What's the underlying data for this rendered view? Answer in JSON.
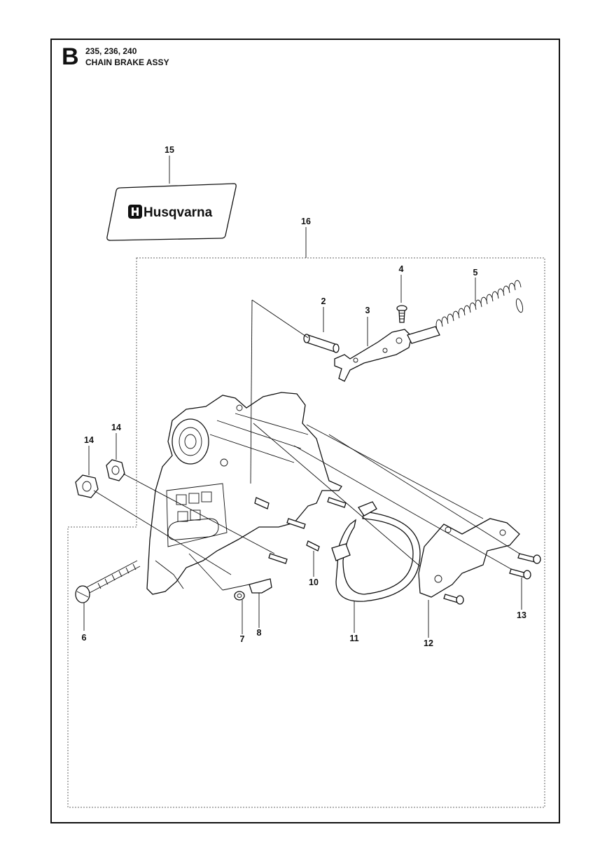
{
  "header": {
    "section_letter": "B",
    "models": "235, 236, 240",
    "title": "CHAIN BRAKE ASSY"
  },
  "decal": {
    "brand_text": "Husqvarna",
    "icon": "husqvarna-crown-logo"
  },
  "callouts": [
    {
      "id": "c1",
      "label": "2"
    },
    {
      "id": "c2",
      "label": "3"
    },
    {
      "id": "c3",
      "label": "4"
    },
    {
      "id": "c4",
      "label": "5"
    },
    {
      "id": "c5",
      "label": "6"
    },
    {
      "id": "c6",
      "label": "7"
    },
    {
      "id": "c7",
      "label": "8"
    },
    {
      "id": "c8",
      "label": "10"
    },
    {
      "id": "c9",
      "label": "11"
    },
    {
      "id": "c10",
      "label": "12"
    },
    {
      "id": "c11",
      "label": "13"
    },
    {
      "id": "c12",
      "label": "14"
    },
    {
      "id": "c13",
      "label": "14"
    },
    {
      "id": "c14",
      "label": "15"
    },
    {
      "id": "c15",
      "label": "16"
    }
  ]
}
